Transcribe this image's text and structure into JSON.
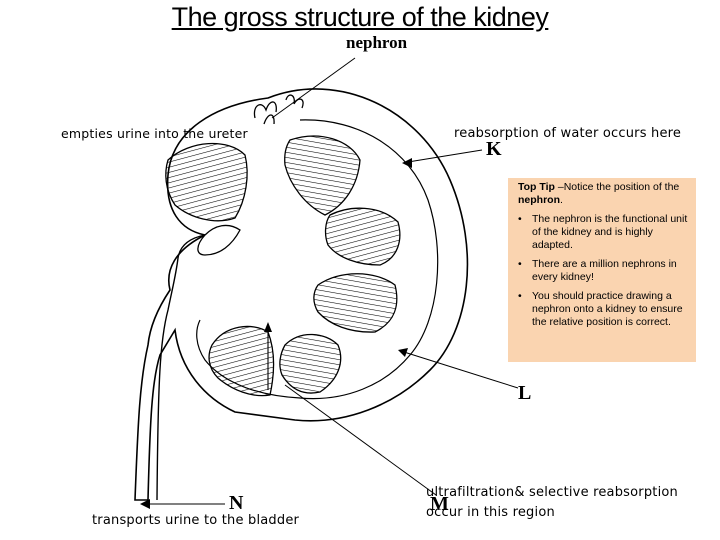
{
  "title": "The gross structure of the kidney",
  "labels": {
    "nephron": "nephron",
    "K": "K",
    "L": "L",
    "M": "M",
    "N": "N"
  },
  "notes": {
    "ureter": "empties urine into the ureter",
    "reabsorption": "reabsorption of water occurs here",
    "bladder": "transports urine to the bladder",
    "ultrafiltration_line1": "ultrafiltration& selective  reabsorption",
    "ultrafiltration_line2": "occur in this region"
  },
  "tip": {
    "heading_prefix": "Top Tip",
    "heading_rest": " –Notice the position of the ",
    "heading_bold": "nephron",
    "heading_end": ".",
    "bullets": [
      "The nephron is the functional unit of the kidney and is highly adapted.",
      "There are a million nephrons in every kidney!",
      "You should practice drawing a nephron onto a kidney to ensure the relative position is correct."
    ]
  },
  "colors": {
    "tip_background": "#fad4b0",
    "lines": "#000000"
  }
}
